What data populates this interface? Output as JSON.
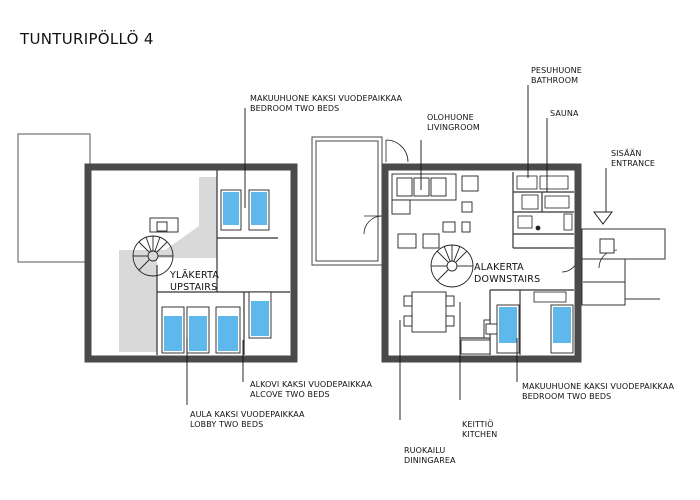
{
  "title": "TUNTURIPÖLLÖ 4",
  "labels": {
    "bedroom_upper_fi": "MAKUUHUONE KAKSI VUODEPAIKKAA",
    "bedroom_upper_en": "BEDROOM TWO BEDS",
    "living_fi": "OLOHUONE",
    "living_en": "LIVINGROOM",
    "bathroom_fi": "PESUHUONE",
    "bathroom_en": "BATHROOM",
    "sauna": "SAUNA",
    "entrance_fi": "SISÄÄN",
    "entrance_en": "ENTRANCE",
    "upstairs_fi": "YLÄKERTA",
    "upstairs_en": "UPSTAIRS",
    "downstairs_fi": "ALAKERTA",
    "downstairs_en": "DOWNSTAIRS",
    "alcove_fi": "ALKOVI KAKSI VUODEPAIKKAA",
    "alcove_en": "ALCOVE TWO BEDS",
    "lobby_fi": "AULA KAKSI VUODEPAIKKAA",
    "lobby_en": "LOBBY TWO BEDS",
    "bedroom_lower_fi": "MAKUUHUONE KAKSI VUODEPAIKKAA",
    "bedroom_lower_en": "BEDROOM  TWO BEDS",
    "kitchen_fi": "KEITTIÖ",
    "kitchen_en": "KITCHEN",
    "dining_fi": "RUOKAILU",
    "dining_en": "DININGAREA"
  },
  "colors": {
    "wall": "#4a4a4a",
    "bed": "#5fb8ec",
    "void": "#d9d9d9",
    "line": "#111111"
  }
}
